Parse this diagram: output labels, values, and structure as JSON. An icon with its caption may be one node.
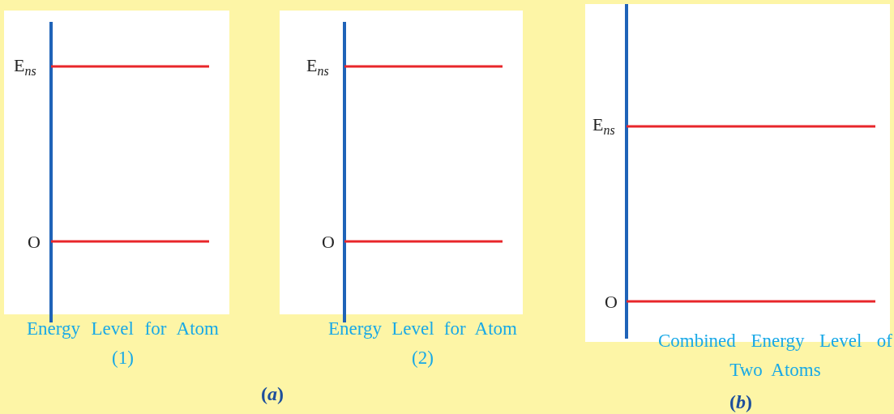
{
  "diagram": {
    "labels": [
      "E$_{ns}$",
      "O",
      "Energy Level for Atom (1)",
      "E$_{ns}$",
      "O",
      "Energy Level for Atom (2)",
      "(*a*)",
      "E$_{ns}$",
      "O",
      "Combined Energy Level of Two Atoms",
      "(*b*)"
    ]
  }
}
